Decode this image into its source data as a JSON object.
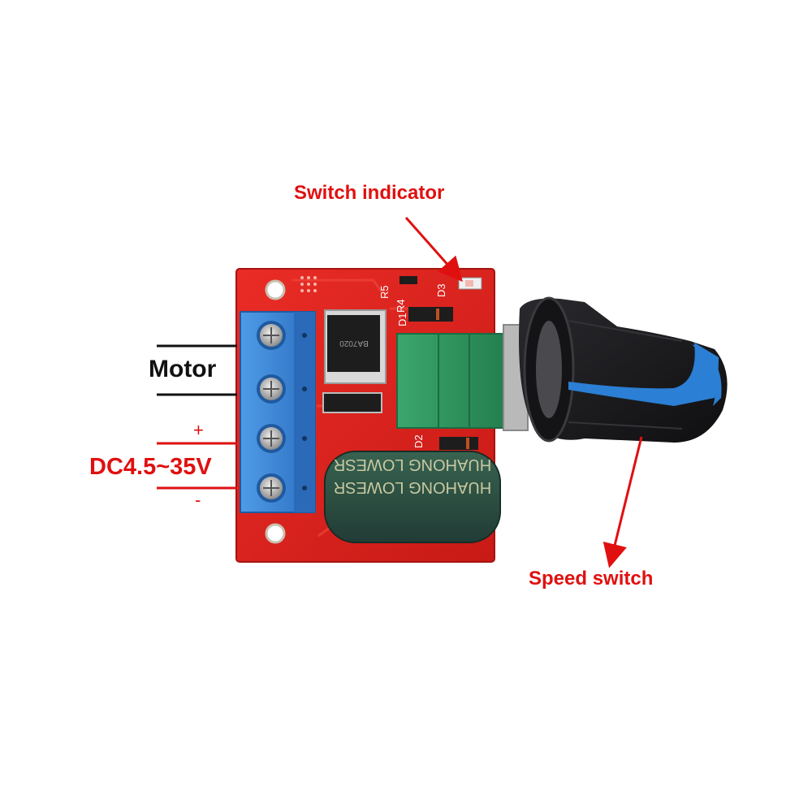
{
  "labels": {
    "switch_indicator": "Switch indicator",
    "speed_switch": "Speed switch",
    "motor": "Motor",
    "dc_range": "DC4.5~35V",
    "plus": "+",
    "minus": "-"
  },
  "board_markings": {
    "capacitor_text_top": "HUAHONG LOWESR",
    "capacitor_text_bottom": "HUAHONG LOWESR",
    "ref_d1": "D1",
    "ref_d2": "D2",
    "ref_d3": "D3",
    "ref_r5": "R5",
    "ref_r4": "R4",
    "chip_text": "BA7020"
  },
  "colors": {
    "board_red": "#e0221e",
    "terminal_blue": "#3a86d6",
    "pot_green": "#2f9a62",
    "capacitor_green": "#234a3a",
    "knob_black": "#1b1b1d",
    "knob_blue": "#2b7fd4",
    "annotation_red": "#e01010"
  }
}
